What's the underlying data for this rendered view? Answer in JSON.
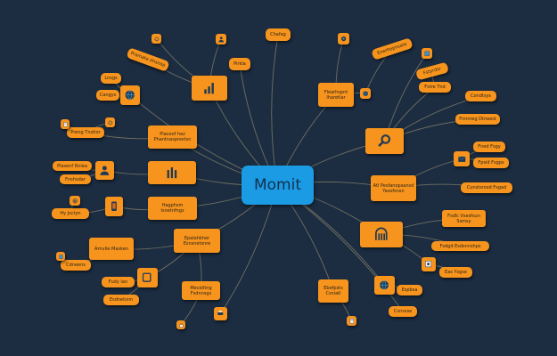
{
  "center": {
    "label": "Momit",
    "color": "#1a9be3"
  },
  "colors": {
    "background": "#1c2d42",
    "node": "#f7941d",
    "edge": "#6f6e60",
    "icon_ink": "#1f3a55"
  },
  "nodes": [
    {
      "id": "n1",
      "label": "Chafag"
    },
    {
      "id": "n2",
      "label": "Pirkla"
    },
    {
      "id": "n3",
      "label": "Pramate dnsnap"
    },
    {
      "id": "n4",
      "label": "Lnsgs"
    },
    {
      "id": "n5",
      "label": "Cangys"
    },
    {
      "id": "n6",
      "label": "Preng Tnstior"
    },
    {
      "id": "n7",
      "label": "Placeof hez Phantnasprestsn"
    },
    {
      "id": "n8",
      "label": "Plasenf Rniea"
    },
    {
      "id": "n9",
      "label": "Fnshsdar"
    },
    {
      "id": "n10",
      "label": "Hy Jsctyn"
    },
    {
      "id": "n11",
      "label": "Hagphsm Isnetnfngs"
    },
    {
      "id": "n12",
      "label": "Arnvile Masken"
    },
    {
      "id": "n13",
      "label": "Epalahkher Esnsnetsnre"
    },
    {
      "id": "n14",
      "label": "Cdneens"
    },
    {
      "id": "n15",
      "label": "Fudy Ian"
    },
    {
      "id": "n16",
      "label": "Esdnetsnn"
    },
    {
      "id": "n17",
      "label": "Mecelitng Fsdnnsgs"
    },
    {
      "id": "n18",
      "label": "Flearhspnt Iharetlar"
    },
    {
      "id": "n19",
      "label": "Enerhepnsate"
    },
    {
      "id": "n20",
      "label": "Fstyrdsr"
    },
    {
      "id": "n21",
      "label": "Fstre Tnd"
    },
    {
      "id": "n22",
      "label": "Condtsys"
    },
    {
      "id": "n23",
      "label": "Fnnmeg Dtneest"
    },
    {
      "id": "n24",
      "label": "Fned Fsgy"
    },
    {
      "id": "n25",
      "label": "Fpsid Fsgps"
    },
    {
      "id": "n26",
      "label": "Atl Pesfanopsansd Yasofsnsn"
    },
    {
      "id": "n27",
      "label": "Cunstsrosd Fsgad"
    },
    {
      "id": "n28",
      "label": "Fsdlc Vsesfsun Ssmsy"
    },
    {
      "id": "n29",
      "label": "Fsdgd Esdsnnshps"
    },
    {
      "id": "n30",
      "label": "Eas Ysgse"
    },
    {
      "id": "n31",
      "label": "Espbsa"
    },
    {
      "id": "n32",
      "label": "Cvnssse"
    },
    {
      "id": "n33",
      "label": "Ebefpsts Csniatl"
    }
  ],
  "icons": [
    {
      "id": "bars",
      "icon": "bar-chart-icon"
    },
    {
      "id": "person",
      "icon": "person-icon"
    },
    {
      "id": "bldg",
      "icon": "column-chart-icon"
    },
    {
      "id": "mag",
      "icon": "magnifier-icon"
    },
    {
      "id": "arch",
      "icon": "arch-chart-icon"
    },
    {
      "id": "gear1",
      "icon": "gear-icon"
    },
    {
      "id": "user2",
      "icon": "user-icon"
    },
    {
      "id": "globe1",
      "icon": "globe-icon"
    },
    {
      "id": "doc",
      "icon": "document-icon"
    },
    {
      "id": "gear2",
      "icon": "gear-icon"
    },
    {
      "id": "phone",
      "icon": "phone-icon"
    },
    {
      "id": "at",
      "icon": "at-icon"
    },
    {
      "id": "clip",
      "icon": "clipboard-icon"
    },
    {
      "id": "tablet",
      "icon": "tablet-icon"
    },
    {
      "id": "bag",
      "icon": "bag-icon"
    },
    {
      "id": "printer",
      "icon": "printer-icon"
    },
    {
      "id": "target",
      "icon": "target-icon"
    },
    {
      "id": "globe3",
      "icon": "globe-icon"
    },
    {
      "id": "img1",
      "icon": "image-icon"
    },
    {
      "id": "mail",
      "icon": "mail-icon"
    },
    {
      "id": "puzzle",
      "icon": "puzzle-icon"
    },
    {
      "id": "globe2",
      "icon": "globe-icon"
    },
    {
      "id": "doc2",
      "icon": "document-icon"
    }
  ]
}
